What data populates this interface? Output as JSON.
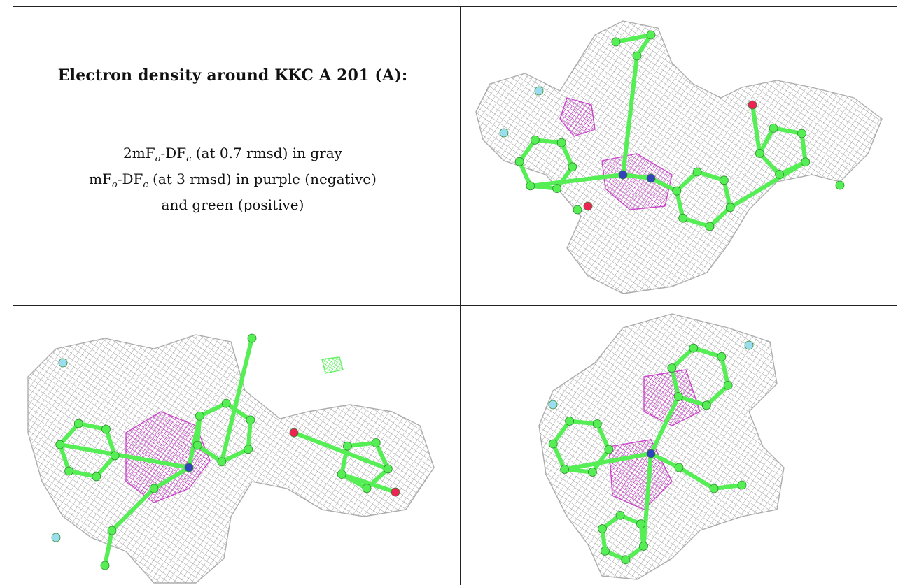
{
  "caption": {
    "title": "Electron density around KKC A 201 (A):",
    "lines": [
      {
        "prefix": "2mF",
        "sub1": "o",
        "mid": "-DF",
        "sub2": "c",
        "rest": " (at 0.7 rmsd) in gray"
      },
      {
        "prefix": "mF",
        "sub1": "o",
        "mid": "-DF",
        "sub2": "c",
        "rest": " (at 3 rmsd) in purple (negative)"
      },
      {
        "text": "and green (positive)"
      }
    ]
  },
  "colors": {
    "mesh_gray": "#9a9a9a",
    "negative_purple": "#c020c0",
    "positive_green": "#44ee44",
    "carbon": "#55ee55",
    "nitrogen": "#3344bb",
    "oxygen": "#ee2255",
    "fluorine": "#99ddee"
  },
  "panels": [
    {
      "name": "top-right"
    },
    {
      "name": "bottom-left"
    },
    {
      "name": "bottom-right"
    }
  ]
}
